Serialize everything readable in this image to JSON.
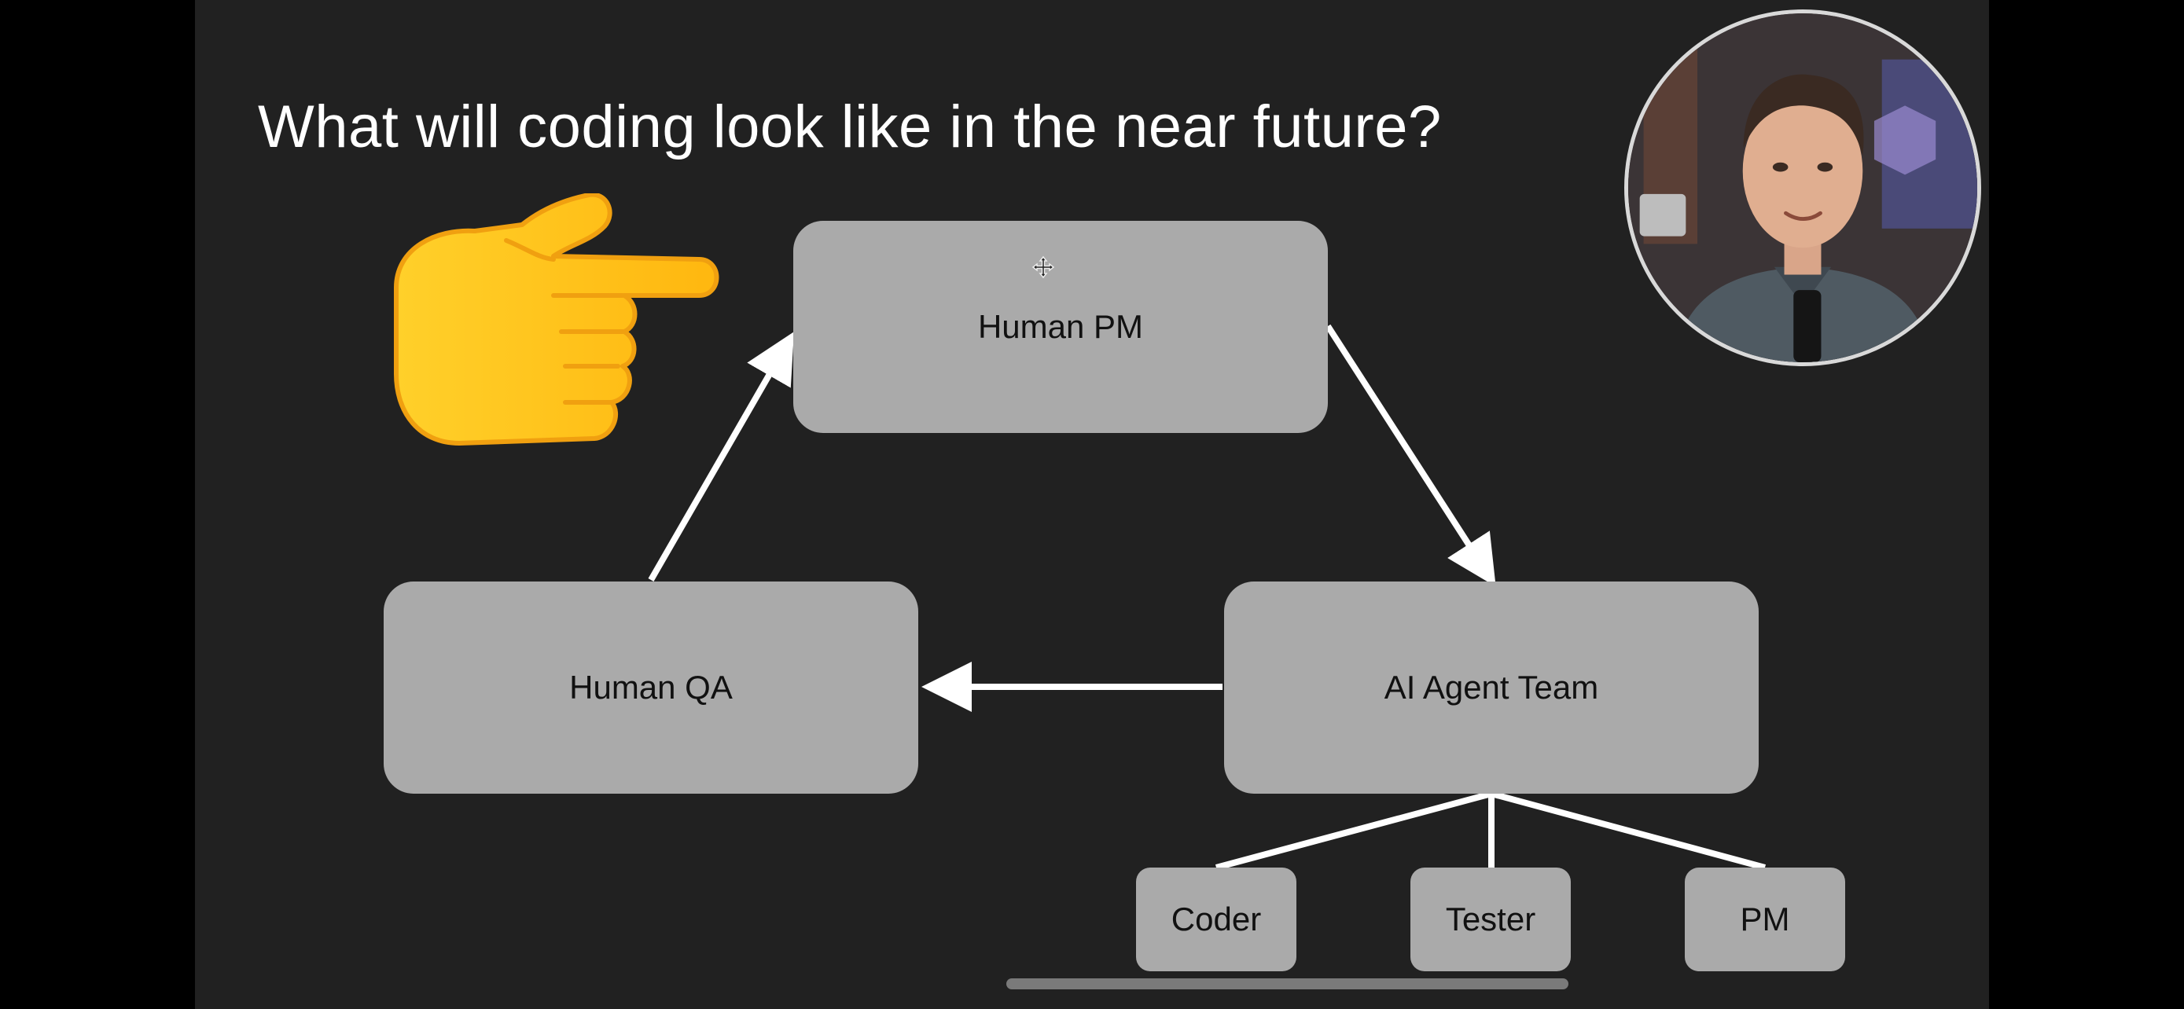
{
  "slide": {
    "title": "What will coding look like in the near future?",
    "nodes": {
      "human_pm": "Human PM",
      "ai_agent_team": "AI Agent Team",
      "human_qa": "Human QA",
      "coder": "Coder",
      "tester": "Tester",
      "pm": "PM"
    },
    "pointer_emoji": "backhand-index-pointing-right",
    "presenter": "webcam-presenter"
  },
  "colors": {
    "slide_background": "#212121",
    "letterbox": "#000000",
    "box_fill": "#aaaaaa",
    "arrow": "#ffffff",
    "emoji_yellow": "#ffc21a",
    "emoji_outline": "#f2a20c"
  },
  "icons": {
    "cursor": "move-cursor-icon",
    "emoji": "pointing-hand-icon"
  }
}
